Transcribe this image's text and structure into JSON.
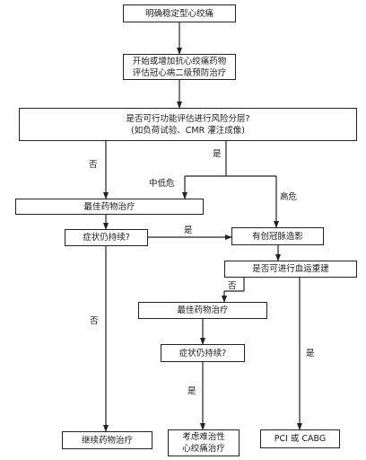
{
  "nodes": {
    "start": "明确稳定型心绞痛",
    "begin_line1": "开始或增加抗心绞痛药物",
    "begin_line2": "评估冠心病二级预防治疗",
    "risk_line1": "是否可行功能评估进行风险分层?",
    "risk_line2": "(如负荷试验、CMR 灌注成像)",
    "omt1": "最佳药物治疗",
    "persist1": "症状仍持续?",
    "angio": "有创冠脉造影",
    "revasc": "是否可进行血运重建",
    "omt2": "最佳药物治疗",
    "persist2": "症状仍持续?",
    "continue_med": "继续药物治疗",
    "refractory_line1": "考虑难治性",
    "refractory_line2": "心绞痛治疗",
    "pci": "PCI 或 CABG"
  },
  "edge_labels": {
    "risk_no": "否",
    "risk_yes": "是",
    "low_mid": "中低危",
    "high": "高危",
    "persist1_yes": "是",
    "persist1_no": "否",
    "revasc_no": "否",
    "revasc_yes": "是",
    "persist2_yes": "是"
  }
}
